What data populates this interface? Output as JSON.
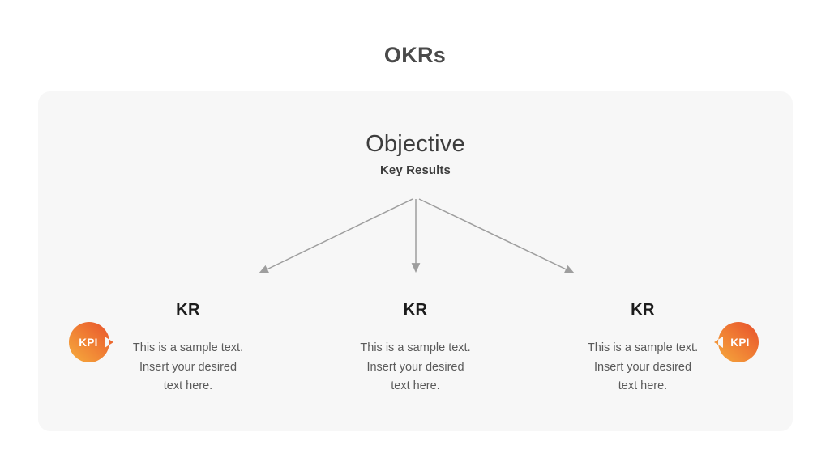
{
  "page": {
    "title": "OKRs",
    "background_color": "#ffffff",
    "card_color": "#f7f7f7"
  },
  "objective": {
    "title": "Objective",
    "subtitle": "Key Results"
  },
  "arrows": {
    "color": "#9e9e9e",
    "count": 3,
    "names": [
      "arrow-left",
      "arrow-center",
      "arrow-right"
    ]
  },
  "key_results": [
    {
      "heading": "KR",
      "line1": "This is a sample text.",
      "line2": "Insert your desired",
      "line3": "text here."
    },
    {
      "heading": "KR",
      "line1": "This is a sample text.",
      "line2": "Insert your desired",
      "line3": "text here."
    },
    {
      "heading": "KR",
      "line1": "This is a sample text.",
      "line2": "Insert your desired",
      "line3": "text here."
    }
  ],
  "kpi_badges": [
    {
      "label": "KPI",
      "position": "left",
      "tail_direction": "right",
      "gradient_from": "#f5a33c",
      "gradient_to": "#e8542f"
    },
    {
      "label": "KPI",
      "position": "right",
      "tail_direction": "left",
      "gradient_from": "#f5a33c",
      "gradient_to": "#e8542f"
    }
  ],
  "colors": {
    "title_text": "#4a4a4a",
    "heading_text": "#1c1c1c",
    "body_text": "#5a5a5a",
    "accent_orange": "#ea6a2e"
  }
}
